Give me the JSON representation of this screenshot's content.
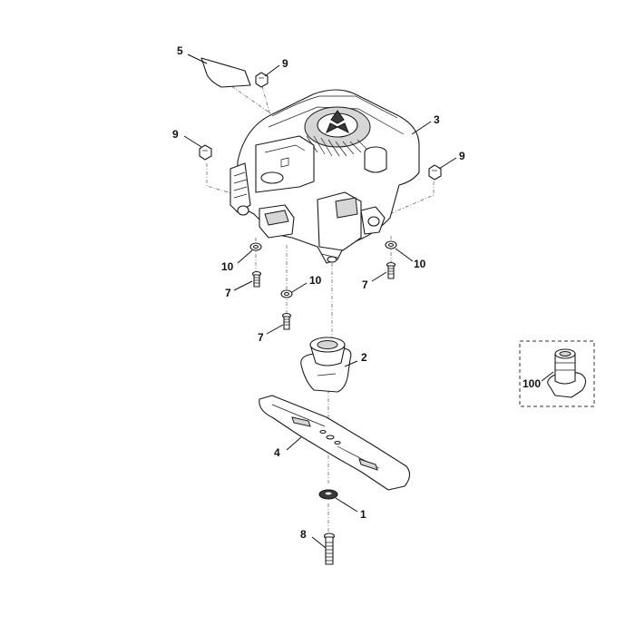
{
  "callouts": [
    {
      "id": "c5",
      "label": "5"
    },
    {
      "id": "c9a",
      "label": "9"
    },
    {
      "id": "c9b",
      "label": "9"
    },
    {
      "id": "c3",
      "label": "3"
    },
    {
      "id": "c9c",
      "label": "9"
    },
    {
      "id": "c10a",
      "label": "10"
    },
    {
      "id": "c7a",
      "label": "7"
    },
    {
      "id": "c10b",
      "label": "10"
    },
    {
      "id": "c7b",
      "label": "7"
    },
    {
      "id": "c10c",
      "label": "10"
    },
    {
      "id": "c7c",
      "label": "7"
    },
    {
      "id": "c2",
      "label": "2"
    },
    {
      "id": "c100",
      "label": "100"
    },
    {
      "id": "c4",
      "label": "4"
    },
    {
      "id": "c1",
      "label": "1"
    },
    {
      "id": "c8",
      "label": "8"
    }
  ]
}
